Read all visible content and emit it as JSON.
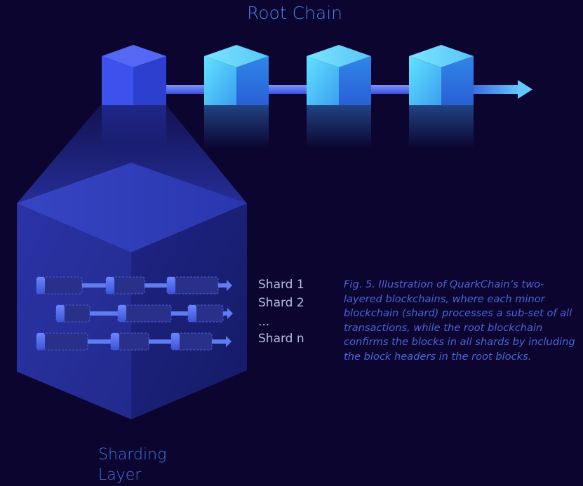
{
  "root_chain": {
    "title": "Root Chain"
  },
  "sharding_layer": {
    "title_line1": "Sharding",
    "title_line2": "Layer",
    "shards": [
      {
        "label": "Shard 1"
      },
      {
        "label": "Shard 2"
      },
      {
        "label": "..."
      },
      {
        "label": "Shard n"
      }
    ]
  },
  "caption": {
    "text": "Fig. 5. Illustration of QuarkChain’s two-layered blockchains, where each minor blockchain (shard) processes a sub-set of all transactions, while the root blockchain confirms the blocks in all shards by including the block headers in the root blocks."
  },
  "colors": {
    "background": "#0b0530",
    "root_block_first": "#3d5af0",
    "root_block": "#4ec8f2",
    "link": "#5f7cf2",
    "title": "#4f7fe6",
    "caption": "#4f63d6",
    "shard_label": "#b6bbe8"
  }
}
